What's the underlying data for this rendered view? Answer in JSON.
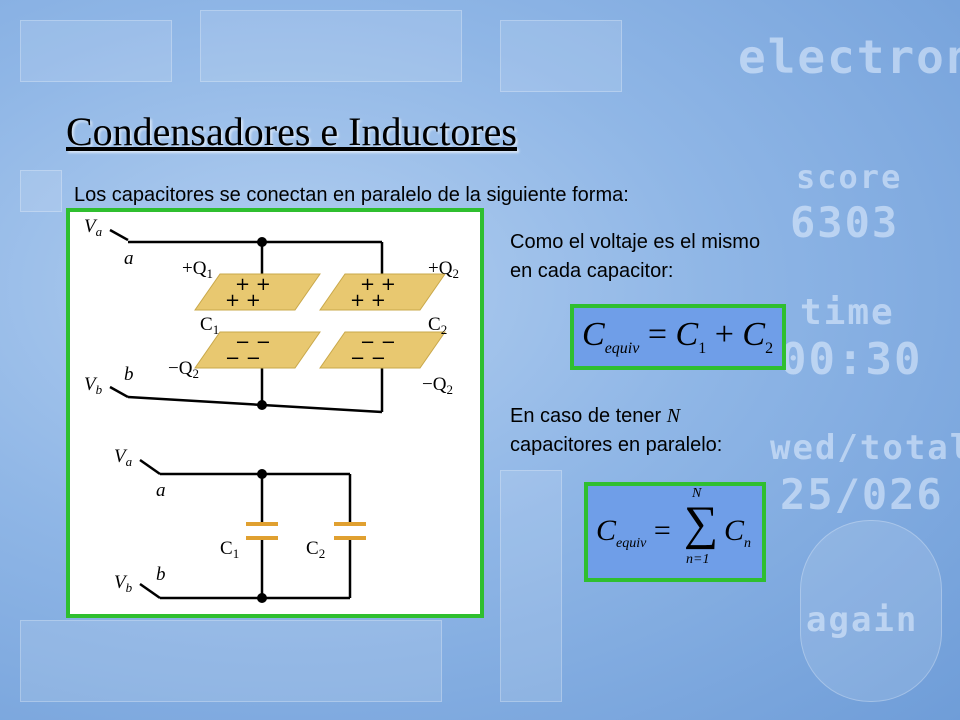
{
  "background": {
    "words": [
      "electronica",
      "score",
      "6303",
      "time",
      "00:30",
      "wed/total",
      "25/026",
      "again"
    ]
  },
  "slide": {
    "title": "Condensadores e Inductores",
    "intro": "Los capacitores se conectan en paralelo de la siguiente forma:",
    "text1_line1": "Como el voltaje es el mismo",
    "text1_line2": "en cada capacitor:",
    "text2_prefix": "En caso de tener ",
    "text2_var": "N",
    "text2_line2": "capacitores en paralelo:"
  },
  "figure": {
    "va": "V",
    "va_sub": "a",
    "a": "a",
    "vb": "V",
    "vb_sub": "b",
    "b": "b",
    "plusq1": "+Q",
    "plusq1_sub": "1",
    "plusq2": "+Q",
    "plusq2_sub": "2",
    "minusq1": "−Q",
    "minusq1_sub": "2",
    "minusq2": "−Q",
    "minusq2_sub": "2",
    "c1": "C",
    "c1_sub": "1",
    "c2": "C",
    "c2_sub": "2"
  },
  "equation1": {
    "lhs": "C",
    "lhs_sub": "equiv",
    "eq": "=",
    "t1": "C",
    "t1_sub": "1",
    "plus": "+",
    "t2": "C",
    "t2_sub": "2"
  },
  "equation2": {
    "lhs": "C",
    "lhs_sub": "equiv",
    "eq": "=",
    "sum": "∑",
    "upper": "N",
    "lower": "n=1",
    "term": "C",
    "term_sub": "n"
  },
  "colors": {
    "frame": "#2fbf2f",
    "plate": "#e8c870",
    "eq_bg": "#6f9ee8"
  }
}
